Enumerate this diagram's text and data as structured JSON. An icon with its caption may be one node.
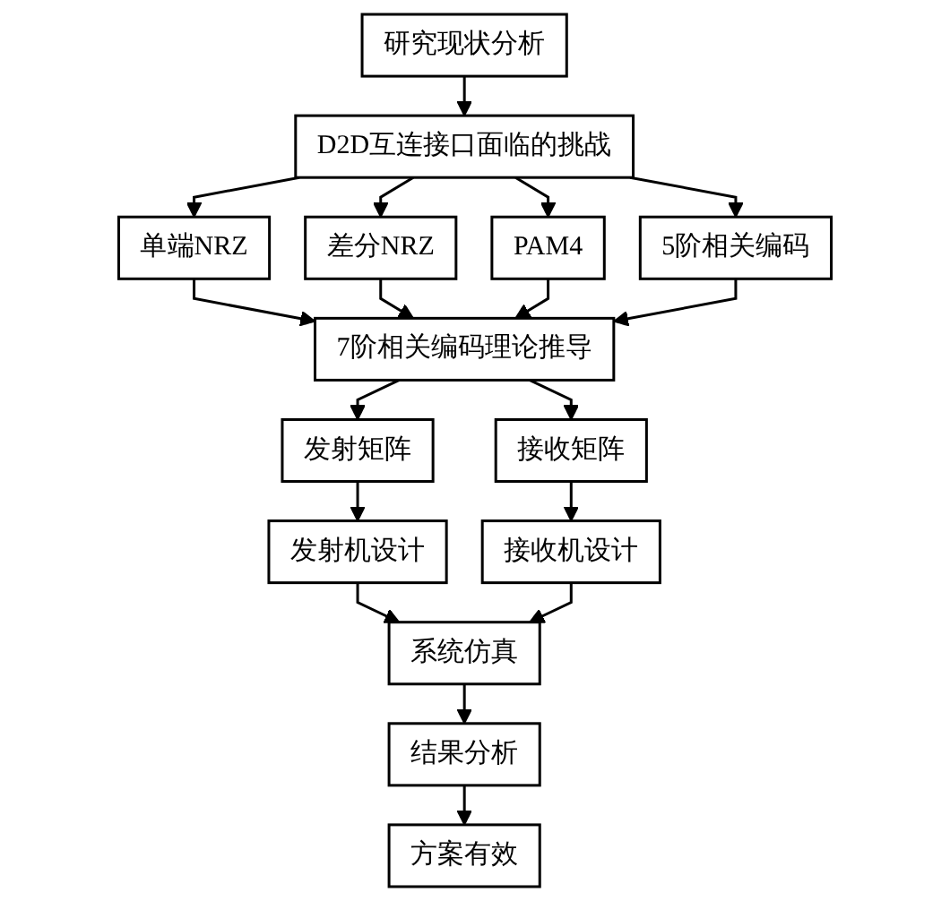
{
  "diagram": {
    "nodes": [
      {
        "text": [
          "研究现状分析"
        ]
      },
      {
        "text": [
          "D2D互连接口面临的挑战"
        ]
      },
      {
        "text": [
          "单端NRZ"
        ]
      },
      {
        "text": [
          "差分NRZ"
        ]
      },
      {
        "text": [
          "PAM4"
        ]
      },
      {
        "text": [
          "5阶相关编码"
        ]
      },
      {
        "text": [
          "7阶相关编码理论推导"
        ]
      },
      {
        "text": [
          "发射矩阵"
        ]
      },
      {
        "text": [
          "接收矩阵"
        ]
      },
      {
        "text": [
          "发射机设计"
        ]
      },
      {
        "text": [
          "接收机设计"
        ]
      },
      {
        "text": [
          "系统仿真"
        ]
      },
      {
        "text": [
          "结果分析"
        ]
      },
      {
        "text": [
          "方案有效"
        ]
      }
    ],
    "edges": [
      {
        "from": 0,
        "to": 1,
        "arrow": "to"
      },
      {
        "from": 1,
        "to": 2,
        "arrow": "to"
      },
      {
        "from": 1,
        "to": 3,
        "arrow": "to"
      },
      {
        "from": 1,
        "to": 4,
        "arrow": "to"
      },
      {
        "from": 1,
        "to": 5,
        "arrow": "to"
      },
      {
        "from": 2,
        "to": 6,
        "arrow": "to"
      },
      {
        "from": 3,
        "to": 6,
        "arrow": "to"
      },
      {
        "from": 4,
        "to": 6,
        "arrow": "to"
      },
      {
        "from": 5,
        "to": 6,
        "arrow": "to"
      },
      {
        "from": 6,
        "to": 7,
        "arrow": "to"
      },
      {
        "from": 6,
        "to": 8,
        "arrow": "to"
      },
      {
        "from": 7,
        "to": 9,
        "arrow": "to"
      },
      {
        "from": 8,
        "to": 10,
        "arrow": "to"
      },
      {
        "from": 9,
        "to": 11,
        "arrow": "to"
      },
      {
        "from": 10,
        "to": 11,
        "arrow": "to"
      },
      {
        "from": 11,
        "to": 12,
        "arrow": "to"
      },
      {
        "from": 12,
        "to": 13,
        "arrow": "to"
      }
    ]
  }
}
